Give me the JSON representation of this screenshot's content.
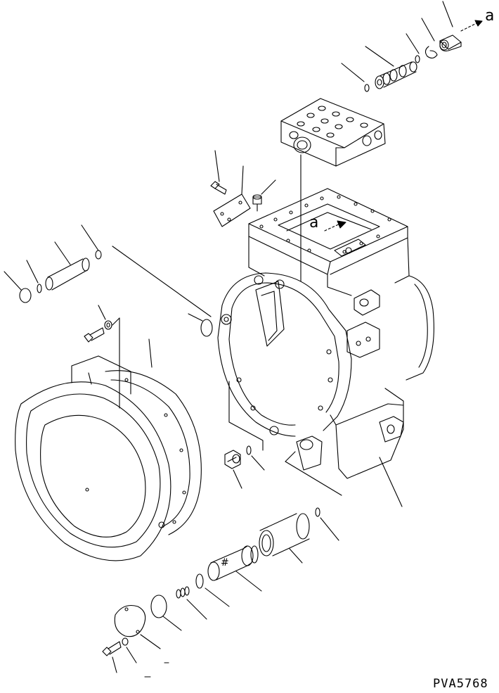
{
  "drawing": {
    "reference_code": "PVA5768",
    "view_labels": {
      "top_arrow": "a",
      "mid_arrow": "a"
    },
    "symbols": {
      "valve_mark": "#"
    }
  },
  "colors": {
    "ink": "#000000",
    "paper": "#ffffff"
  }
}
